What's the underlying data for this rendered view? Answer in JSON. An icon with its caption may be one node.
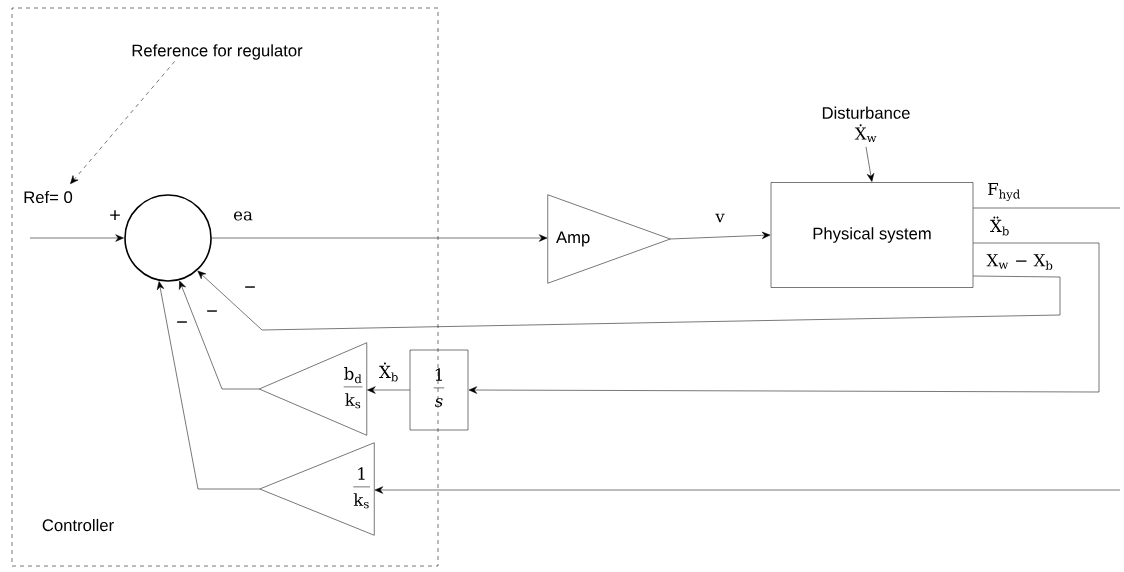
{
  "diagram": {
    "nodes": [
      {
        "text": [
          "Controller"
        ]
      },
      {
        "text": [
          "Reference for regulator"
        ],
        "in": 0
      },
      {
        "text": [
          "Ref= 0"
        ],
        "in": 0
      },
      {
        "text": [],
        "shape": "circle",
        "in": 0
      },
      {
        "text": [
          "Amp"
        ]
      },
      {
        "text": [
          "Physical system"
        ]
      },
      {
        "text": [
          "Disturbance",
          "Ẋ$_{w}$"
        ]
      },
      {
        "text": [
          "b$_{d}$",
          "k$_{s}$"
        ],
        "in": 0
      },
      {
        "text": [
          "1",
          "s"
        ]
      },
      {
        "text": [
          "1",
          "k$_{s}$"
        ],
        "in": 0
      }
    ],
    "edges": [
      {
        "from": null,
        "to": 3,
        "arrow": "to"
      },
      {
        "from": 3,
        "to": 4,
        "arrow": "to",
        "label": "ea"
      },
      {
        "from": 4,
        "to": 5,
        "arrow": "to",
        "label": "v"
      },
      {
        "from": 6,
        "to": 5,
        "arrow": "to"
      },
      {
        "from": 5,
        "to": null,
        "arrow": "none",
        "label": "F$_{hyd}$"
      },
      {
        "from": 5,
        "to": 8,
        "arrow": "to",
        "label": "Ẍ$_{b}$"
      },
      {
        "from": 5,
        "to": 3,
        "arrow": "to",
        "label": "X$_{w}$ − X$_{b}$"
      },
      {
        "from": 8,
        "to": 7,
        "arrow": "to",
        "label": "Ẋ$_{b}$"
      },
      {
        "from": 7,
        "to": 3,
        "arrow": "to"
      },
      {
        "from": null,
        "to": 9,
        "arrow": "to"
      },
      {
        "from": 9,
        "to": 3,
        "arrow": "to"
      },
      {
        "from": 1,
        "to": 2,
        "arrow": "to",
        "style": "dashed"
      }
    ],
    "labels": [
      "+",
      "−",
      "−",
      "−"
    ]
  }
}
